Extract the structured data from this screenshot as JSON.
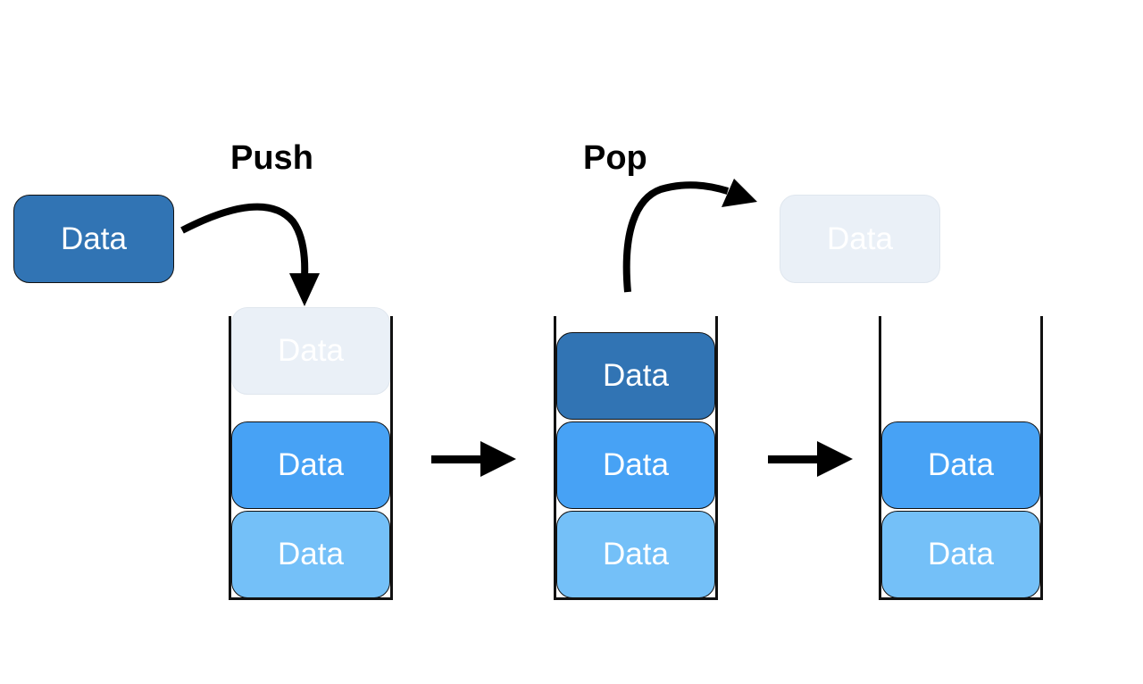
{
  "labels": {
    "push": "Push",
    "pop": "Pop"
  },
  "block_text": "Data",
  "colors": {
    "dark": "#3174b4",
    "mid": "#47a2f5",
    "light": "#74c0f8",
    "ghost": "#eaf0f7",
    "arrow": "#000000"
  },
  "incoming": {
    "text": "Data",
    "color": "#3174b4"
  },
  "outgoing": {
    "text": "Data",
    "color": "#eaf0f7"
  },
  "stacks": [
    {
      "items": [
        {
          "text": "Data",
          "color": "#eaf0f7",
          "ghost": true
        },
        {
          "text": "Data",
          "color": "#47a2f5"
        },
        {
          "text": "Data",
          "color": "#74c0f8"
        }
      ]
    },
    {
      "items": [
        {
          "text": "Data",
          "color": "#3174b4"
        },
        {
          "text": "Data",
          "color": "#47a2f5"
        },
        {
          "text": "Data",
          "color": "#74c0f8"
        }
      ]
    },
    {
      "items": [
        {
          "text": "Data",
          "color": "#47a2f5"
        },
        {
          "text": "Data",
          "color": "#74c0f8"
        }
      ]
    }
  ]
}
